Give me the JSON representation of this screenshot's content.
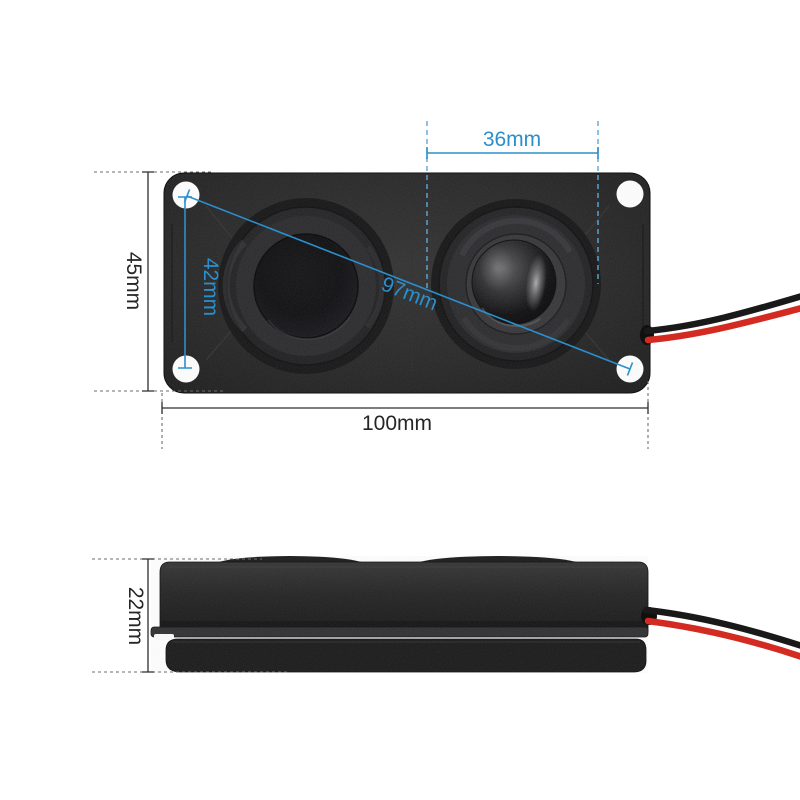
{
  "diagram": {
    "type": "product-dimension-diagram",
    "product_name": "dual-driver rectangular speaker module with red and black lead wires",
    "background_color": "#ffffff",
    "accent_color_blue": "#2b8fcc",
    "line_color_dark": "#2e2e2e",
    "wire_colors": {
      "positive": "#d32b22",
      "negative": "#191919"
    },
    "views": {
      "front": {
        "name": "front-view",
        "dimensions": {
          "driver_diameter": {
            "label": "36mm",
            "color": "blue",
            "orientation": "horizontal"
          },
          "height": {
            "label": "45mm",
            "color": "dark",
            "orientation": "vertical"
          },
          "hole_spacing_vertical": {
            "label": "42mm",
            "color": "blue",
            "orientation": "vertical"
          },
          "hole_spacing_diagonal": {
            "label": "97mm",
            "color": "blue",
            "orientation": "diagonal"
          },
          "width": {
            "label": "100mm",
            "color": "dark",
            "orientation": "horizontal"
          }
        }
      },
      "side": {
        "name": "side-view",
        "dimensions": {
          "thickness": {
            "label": "22mm",
            "color": "dark",
            "orientation": "vertical"
          }
        }
      }
    }
  }
}
